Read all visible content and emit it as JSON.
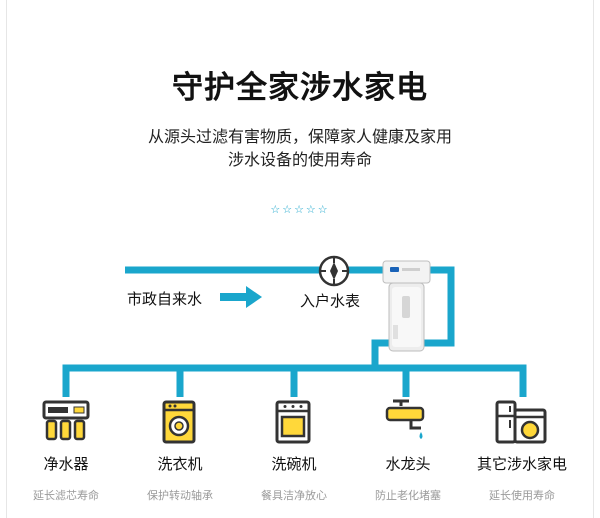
{
  "title": "守护全家涉水家电",
  "subtitle": {
    "line1": "从源头过滤有害物质，保障家人健康及家用",
    "line2": "涉水设备的使用寿命"
  },
  "stars": "☆☆☆☆☆",
  "pipe": {
    "source_label": "市政自来水",
    "meter_label": "入户水表"
  },
  "colors": {
    "pipe": "#1aa6cc",
    "icon_dark": "#333333",
    "icon_yellow": "#ffd83a"
  },
  "appliances": [
    {
      "icon": "water-purifier-icon",
      "name": "净水器",
      "desc": "延长滤芯寿命"
    },
    {
      "icon": "washing-machine-icon",
      "name": "洗衣机",
      "desc": "保护转动轴承"
    },
    {
      "icon": "dishwasher-icon",
      "name": "洗碗机",
      "desc": "餐具洁净放心"
    },
    {
      "icon": "faucet-icon",
      "name": "水龙头",
      "desc": "防止老化堵塞"
    },
    {
      "icon": "other-appliances-icon",
      "name": "其它涉水家电",
      "desc": "延长使用寿命"
    }
  ]
}
